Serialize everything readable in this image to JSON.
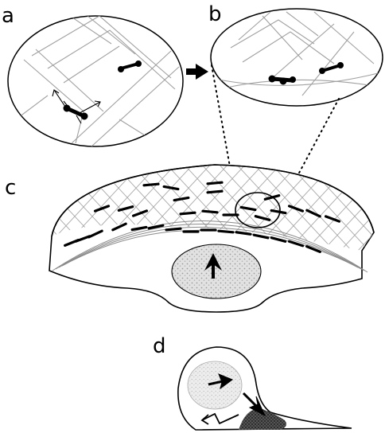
{
  "panels": {
    "a": "a",
    "b": "b",
    "c": "c",
    "d": "d"
  },
  "colors": {
    "ink": "#000000",
    "grid": "#9a9a9a",
    "stipple": "#d0d0d0",
    "paper": "#ffffff"
  },
  "icons": {
    "transition_arrow": "right-arrow-icon",
    "nucleus_arrow": "up-arrow-icon"
  }
}
